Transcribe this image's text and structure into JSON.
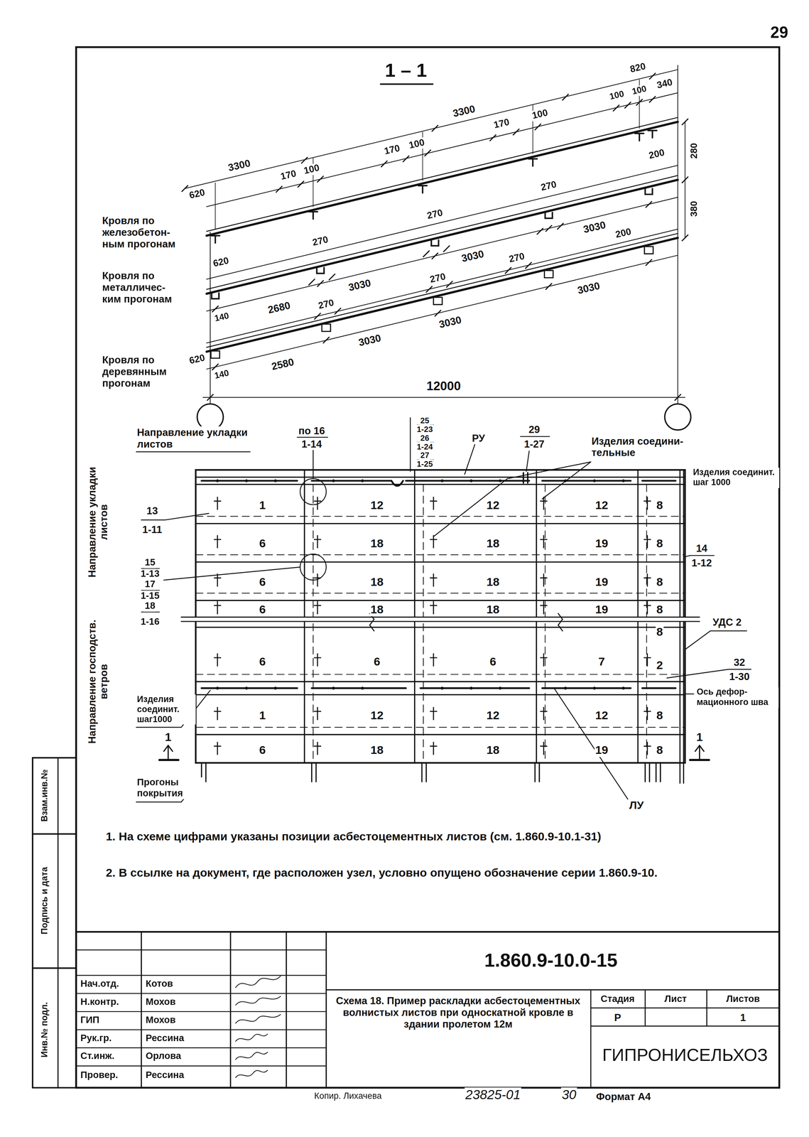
{
  "diagram": {
    "title": "1 – 1",
    "labels": [
      "29",
      "3300",
      "170",
      "100",
      "170",
      "100",
      "3300",
      "170",
      "100",
      "820",
      "100",
      "100",
      "340",
      "620",
      "200",
      "280",
      "270",
      "270",
      "270",
      "3030",
      "3030",
      "3030",
      "2680",
      "620",
      "140",
      "200",
      "380",
      "270",
      "270",
      "270",
      "3030",
      "3030",
      "3030",
      "2580",
      "620",
      "140",
      "12000",
      "Кровля по железобетон- ным прогонам",
      "Кровля по металличес- ким прогонам",
      "Кровля по деревянным прогонам",
      "по 16",
      "1-14",
      "Направление укладки листов",
      "25",
      "1-23",
      "26",
      "1-24",
      "27",
      "1-25",
      "РУ",
      "29",
      "1-27",
      "Изделия соедини- тельные",
      "Изделия соединит. шаг 1000",
      "13",
      "1-11",
      "15",
      "1-13",
      "17",
      "1-15",
      "18",
      "1-16",
      "14",
      "1-12",
      "УДС 2",
      "32",
      "1-30",
      "Ось дефор- мационного шва",
      "Изделия соединит. шаг1000",
      "1",
      "1",
      "Направление укладки листов",
      "Направление господств. ветров",
      "Прогоны покрытия",
      "ЛУ",
      "1",
      "12",
      "12",
      "12",
      "8",
      "6",
      "18",
      "18",
      "19",
      "8",
      "6",
      "18",
      "18",
      "19",
      "8",
      "6",
      "18",
      "18",
      "19",
      "8",
      "6",
      "6",
      "6",
      "7",
      "8",
      "2",
      "1",
      "12",
      "12",
      "12",
      "8",
      "6",
      "18",
      "18",
      "19",
      "8",
      "1. На схеме цифрами указаны позиции асбестоцементных листов (см. 1.860.9-10.1-31)",
      "2. В ссылке на документ, где расположен узел, условно опущено обозначение серии 1.860.9-10.",
      "Нач.отд.",
      "Котов",
      "Н.контр.",
      "Мохов",
      "ГИП",
      "Мохов",
      "Рук.гр.",
      "Рессина",
      "Ст.инж.",
      "Орлова",
      "Провер.",
      "Рессина",
      "1.860.9-10.0-15",
      "Схема 18. Пример раскладки асбестоцементных волнистых листов при односкатной кровле в здании пролетом 12м",
      "Стадия",
      "Лист",
      "Листов",
      "Р",
      "1",
      "ГИПРОНИСЕЛЬХОЗ",
      "Копир. Лихачева",
      "23825-01",
      "30",
      "Формат А4",
      "Взам.инв.№",
      "Подпись и дата",
      "Инв.№ подл."
    ]
  }
}
